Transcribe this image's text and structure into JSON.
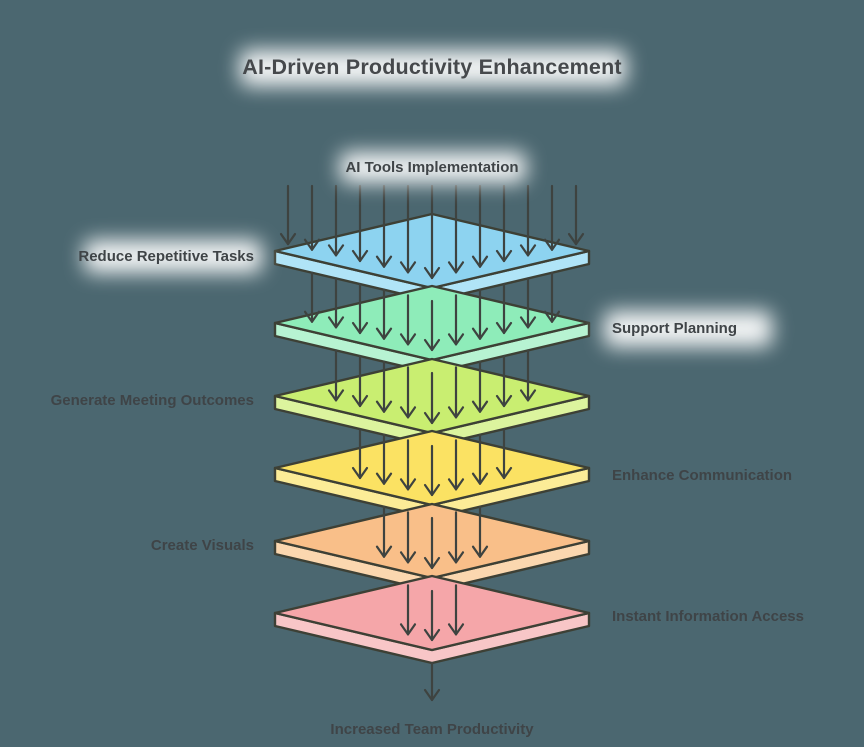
{
  "title": "AI-Driven Productivity Enhancement",
  "flow": {
    "source_label": "AI Tools Implementation",
    "sink_label": "Increased Team Productivity"
  },
  "layers": [
    {
      "label": "Reduce Repetitive Tasks",
      "side": "left",
      "top_fill": "#8DD3F0",
      "edge_fill": "#B0E4F7"
    },
    {
      "label": "Support Planning",
      "side": "right",
      "top_fill": "#8EECB9",
      "edge_fill": "#B7F3D2"
    },
    {
      "label": "Generate Meeting Outcomes",
      "side": "left",
      "top_fill": "#C9EE71",
      "edge_fill": "#DCF49E"
    },
    {
      "label": "Enhance Communication",
      "side": "right",
      "top_fill": "#FBE263",
      "edge_fill": "#FCEC97"
    },
    {
      "label": "Create Visuals",
      "side": "left",
      "top_fill": "#F9BF89",
      "edge_fill": "#FBD7AF"
    },
    {
      "label": "Instant Information Access",
      "side": "right",
      "top_fill": "#F5A6A9",
      "edge_fill": "#F8C6C7"
    }
  ],
  "colors": {
    "background": "#4B6770",
    "outline": "#3D4035",
    "arrow": "#3E4340",
    "text": "#3F4447",
    "title_text": "#46494C",
    "label_halo": "#FFFFFF"
  }
}
